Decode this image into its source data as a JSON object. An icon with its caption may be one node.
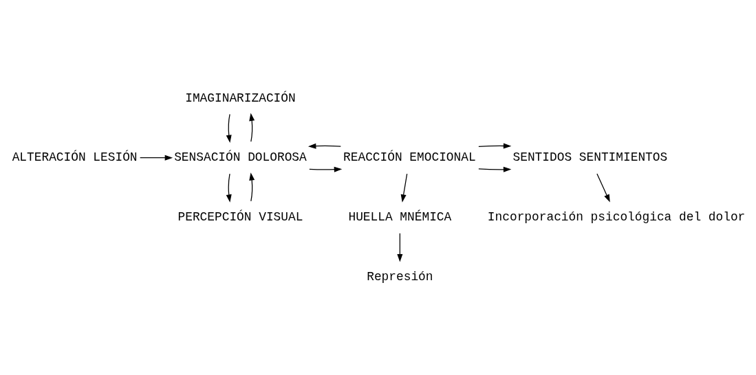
{
  "diagram": {
    "nodes": [
      {
        "text": [
          "IMAGINARIZACIÓN"
        ]
      },
      {
        "text": [
          "ALTERACIÓN LESIÓN"
        ]
      },
      {
        "text": [
          "SENSACIÓN DOLOROSA"
        ]
      },
      {
        "text": [
          "REACCIÓN EMOCIONAL"
        ]
      },
      {
        "text": [
          "SENTIDOS SENTIMIENTOS"
        ]
      },
      {
        "text": [
          "PERCEPCIÓN VISUAL"
        ]
      },
      {
        "text": [
          "HUELLA MNÉMICA"
        ]
      },
      {
        "text": [
          "Incorporación psicológica del dolor"
        ]
      },
      {
        "text": [
          "Represión"
        ]
      }
    ],
    "edges": [
      {
        "from": 2,
        "to": 0,
        "arrow": "to"
      },
      {
        "from": 0,
        "to": 2,
        "arrow": "to"
      },
      {
        "from": 1,
        "to": 2,
        "arrow": "to"
      },
      {
        "from": 2,
        "to": 3,
        "arrow": "to"
      },
      {
        "from": 3,
        "to": 2,
        "arrow": "to"
      },
      {
        "from": 3,
        "to": 4,
        "arrow": "to"
      },
      {
        "from": 3,
        "to": 4,
        "arrow": "to"
      },
      {
        "from": 2,
        "to": 5,
        "arrow": "to"
      },
      {
        "from": 5,
        "to": 2,
        "arrow": "to"
      },
      {
        "from": 3,
        "to": 6,
        "arrow": "to"
      },
      {
        "from": 4,
        "to": 7,
        "arrow": "to"
      },
      {
        "from": 6,
        "to": 8,
        "arrow": "to"
      }
    ]
  }
}
